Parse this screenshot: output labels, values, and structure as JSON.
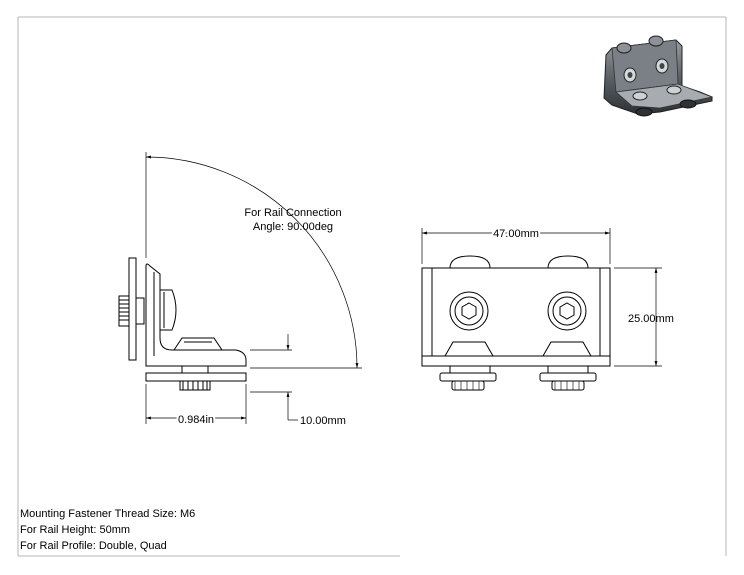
{
  "drawing": {
    "annotations": {
      "angle_label_line1": "For Rail Connection",
      "angle_label_line2": "Angle: 90.00deg",
      "width_label": "47.00mm",
      "height_label": "25.00mm",
      "depth_label": "0.984in",
      "offset_label": "10.00mm"
    },
    "notes": [
      "Mounting Fastener Thread Size: M6",
      "For Rail Height: 50mm",
      "For Rail Profile: Double, Quad"
    ]
  }
}
